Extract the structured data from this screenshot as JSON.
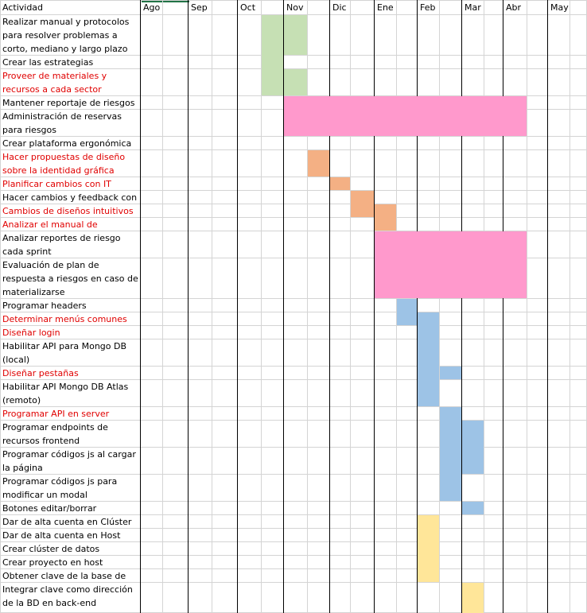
{
  "header": {
    "activity_label": "Actividad",
    "months": [
      "Ago",
      "Sep",
      "Oct",
      "Nov",
      "Dic",
      "Ene",
      "Feb",
      "Mar",
      "Abr",
      "May"
    ]
  },
  "colors": {
    "green": "#c6e0b4",
    "pink": "#ff99cc",
    "orange": "#f4b084",
    "blue": "#9dc3e6",
    "yellow": "#ffe699",
    "red_text": "#e00000",
    "excel_accent": "#217346"
  },
  "activities": [
    {
      "label": "Realizar manual y protocolos para resolver problemas a corto, mediano y largo plazo",
      "red": false
    },
    {
      "label": "Crear las estrategias",
      "red": false
    },
    {
      "label": "Proveer de materiales y recursos a cada sector",
      "red": true
    },
    {
      "label": "Mantener reportaje de riesgos",
      "red": false
    },
    {
      "label": "Administración de reservas para riesgos",
      "red": false
    },
    {
      "label": "Crear plataforma ergonómica",
      "red": false
    },
    {
      "label": "Hacer propuestas de diseño sobre la identidad gráfica",
      "red": true
    },
    {
      "label": "Planificar cambios con IT",
      "red": true
    },
    {
      "label": "Hacer cambios y feedback con IT",
      "red": false
    },
    {
      "label": "Cambios de diseños intuitivos",
      "red": true
    },
    {
      "label": "Analizar el manual de",
      "red": true
    },
    {
      "label": "Analizar reportes de riesgo cada sprint",
      "red": false
    },
    {
      "label": "Evaluación de plan de respuesta a riesgos en caso de materializarse",
      "red": false
    },
    {
      "label": "Programar headers",
      "red": false
    },
    {
      "label": "Determinar menús comunes",
      "red": true
    },
    {
      "label": "Diseñar login",
      "red": true
    },
    {
      "label": "Habilitar API para Mongo DB (local)",
      "red": false
    },
    {
      "label": "Diseñar pestañas",
      "red": true
    },
    {
      "label": "Habilitar API Mongo DB Atlas (remoto)",
      "red": false
    },
    {
      "label": "Programar API en server",
      "red": true
    },
    {
      "label": "Programar endpoints de recursos frontend",
      "red": false
    },
    {
      "label": "Programar códigos js al cargar la página",
      "red": false
    },
    {
      "label": "Programar códigos js para modificar un modal",
      "red": false
    },
    {
      "label": "Botones editar/borrar",
      "red": false
    },
    {
      "label": "Dar de alta cuenta en Clúster",
      "red": false
    },
    {
      "label": "Dar de alta cuenta en Host",
      "red": false
    },
    {
      "label": "Crear clúster de datos",
      "red": false
    },
    {
      "label": "Crear proyecto en host",
      "red": false
    },
    {
      "label": "Obtener clave de la base de BD",
      "red": false
    },
    {
      "label": "Integrar clave como dirección de la BD en back-end",
      "red": false
    }
  ]
}
